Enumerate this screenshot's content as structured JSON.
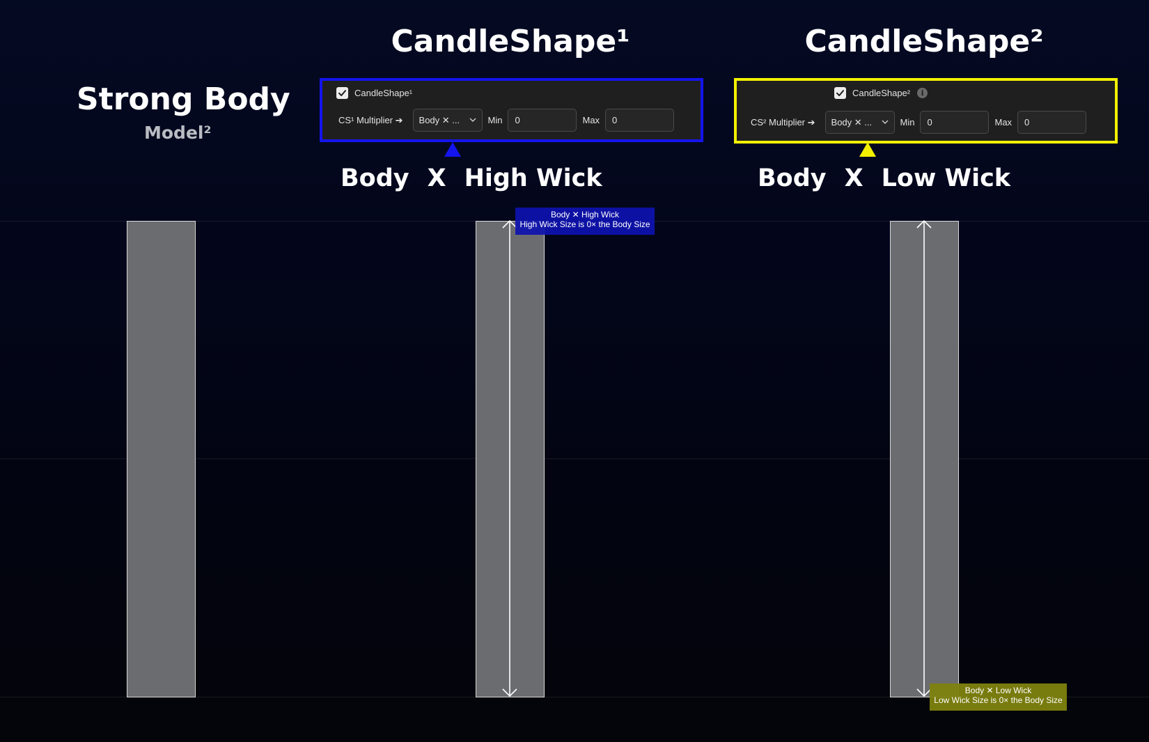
{
  "colors": {
    "panel1_border": "#1414ee",
    "panel2_border": "#f2f000",
    "tag_high": "#0e12af",
    "tag_low": "#7e820e",
    "candle_fill": "#6b6c70"
  },
  "left_heading": {
    "title": "Strong Body",
    "subtitle": "Model²"
  },
  "shape1": {
    "title": "CandleShape¹",
    "panel": {
      "checkbox_checked": true,
      "checkbox_label": "CandleShape¹",
      "multiplier_label": "CS¹ Multiplier ➔",
      "select_value": "Body ✕ ...",
      "min_label": "Min",
      "min_value": "0",
      "max_label": "Max",
      "max_value": "0"
    },
    "formula": {
      "left": "Body",
      "op": "X",
      "right": "High Wick"
    },
    "tag": {
      "line1": "Body ✕ High Wick",
      "line2": "High Wick Size is 0× the Body Size"
    }
  },
  "shape2": {
    "title": "CandleShape²",
    "panel": {
      "checkbox_checked": true,
      "checkbox_label": "CandleShape²",
      "info_icon": "info-icon",
      "multiplier_label": "CS² Multiplier ➔",
      "select_value": "Body ✕ ...",
      "min_label": "Min",
      "min_value": "0",
      "max_label": "Max",
      "max_value": "0"
    },
    "formula": {
      "left": "Body",
      "op": "X",
      "right": "Low Wick"
    },
    "tag": {
      "line1": "Body ✕ Low Wick",
      "line2": "Low Wick Size is 0× the Body Size"
    }
  },
  "icons": {
    "checkbox": "checkmark-icon",
    "select_arrow": "chevron-down-icon",
    "measure_arrow": "double-arrow-icon",
    "pointer": "triangle-up-icon"
  }
}
